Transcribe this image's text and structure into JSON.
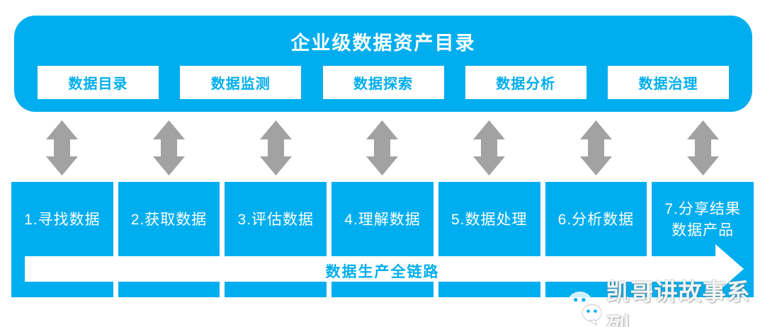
{
  "header": {
    "title": "企业级数据资产目录",
    "capabilities": [
      {
        "label": "数据目录"
      },
      {
        "label": "数据监测"
      },
      {
        "label": "数据探索"
      },
      {
        "label": "数据分析"
      },
      {
        "label": "数据治理"
      }
    ]
  },
  "connectors": {
    "count": 7,
    "icon": "double-arrow-icon",
    "color": "#A2A2A2"
  },
  "steps": [
    {
      "label": "1.寻找数据"
    },
    {
      "label": "2.获取数据"
    },
    {
      "label": "3.评估数据"
    },
    {
      "label": "4.理解数据"
    },
    {
      "label": "5.数据处理"
    },
    {
      "label": "6.分析数据"
    },
    {
      "label": "7.分享结果\n数据产品"
    }
  ],
  "flow_arrow": {
    "label": "数据生产全链路"
  },
  "watermark": {
    "icon": "wechat-icon",
    "text": "凯哥讲故事系列"
  },
  "colors": {
    "accent": "#00AEEF",
    "connector_gray": "#A2A2A2",
    "panel_text": "#FFFFFF"
  }
}
